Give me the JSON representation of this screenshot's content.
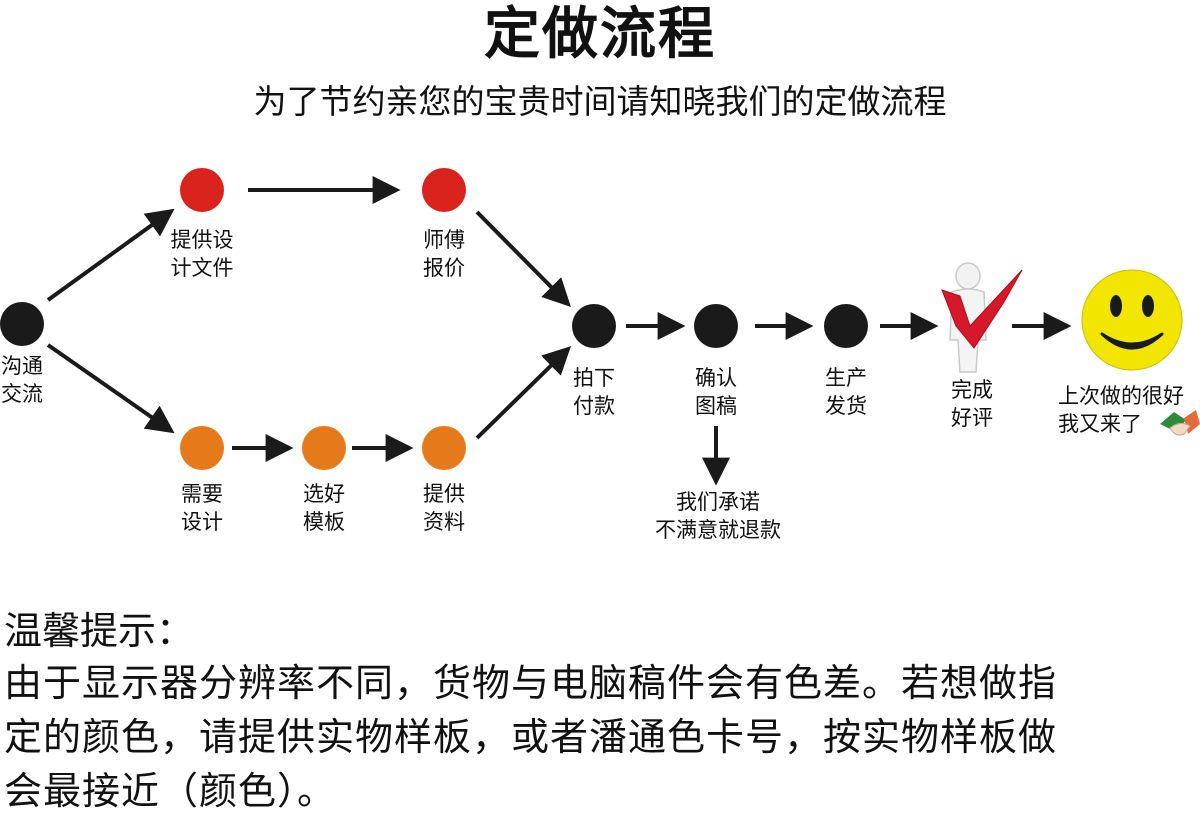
{
  "title": "定做流程",
  "subtitle": "为了节约亲您的宝贵时间请知晓我们的定做流程",
  "steps": {
    "communicate": "沟通\n交流",
    "provide_design": "提供设\n计文件",
    "master_quote": "师傅\n报价",
    "need_design": "需要\n设计",
    "choose_template": "选好\n模板",
    "provide_material": "提供\n资料",
    "place_order": "拍下\n付款",
    "confirm_draft": "确认\n图稿",
    "produce_ship": "生产\n发货",
    "review": "完成\n好评",
    "return_customer": "上次做的很好\n我又来了"
  },
  "promise": "我们承诺\n不满意就退款",
  "tips": {
    "heading": "温馨提示：",
    "lines": [
      "由于显示器分辨率不同，货物与电脑稿件会有色差。若想做指",
      "定的颜色，请提供实物样板，或者潘通色卡号，按实物样板做",
      "会最接近（颜色）。"
    ]
  },
  "colors": {
    "black_node": "#1a1a1a",
    "red_node": "#d9231c",
    "orange_node": "#e67a1a",
    "arrow": "#1a1a1a",
    "smiley": "#f2e600",
    "check": "#d7172a"
  },
  "icons": [
    "thumbs-up-person-icon",
    "smiley-face-icon",
    "handshake-icon"
  ]
}
